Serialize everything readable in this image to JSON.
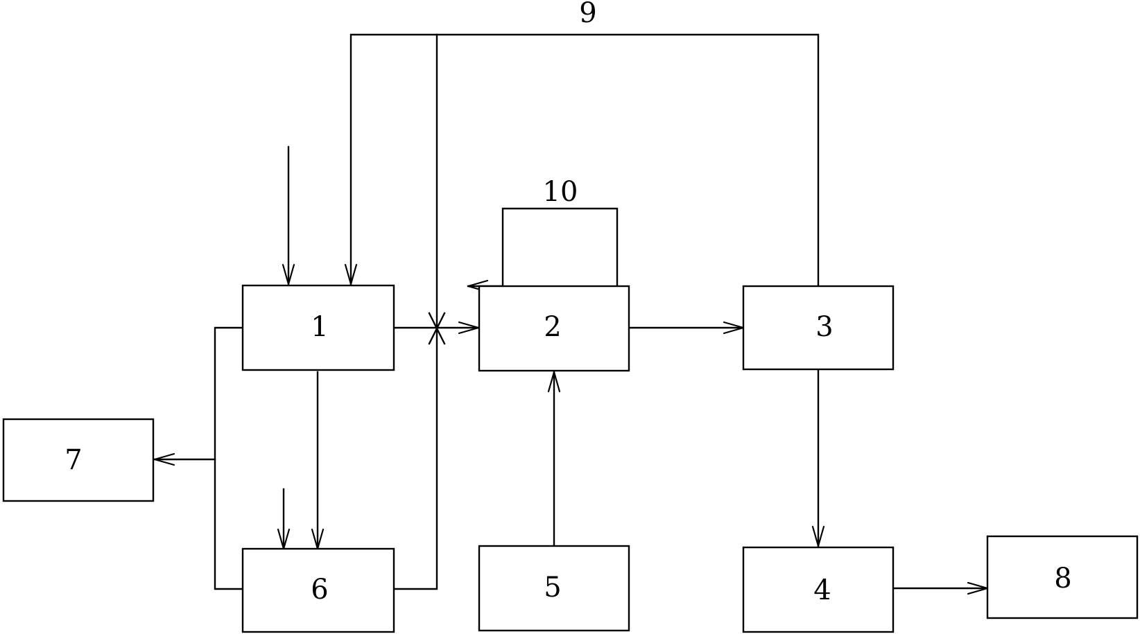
{
  "diagram": {
    "blocks": {
      "b1": "1",
      "b2": "2",
      "b3": "3",
      "b4": "4",
      "b5": "5",
      "b6": "6",
      "b7": "7",
      "b8": "8",
      "b10": "10"
    },
    "labels": {
      "line9": "9"
    },
    "colors": {
      "stroke": "#000000",
      "background": "#ffffff"
    }
  }
}
